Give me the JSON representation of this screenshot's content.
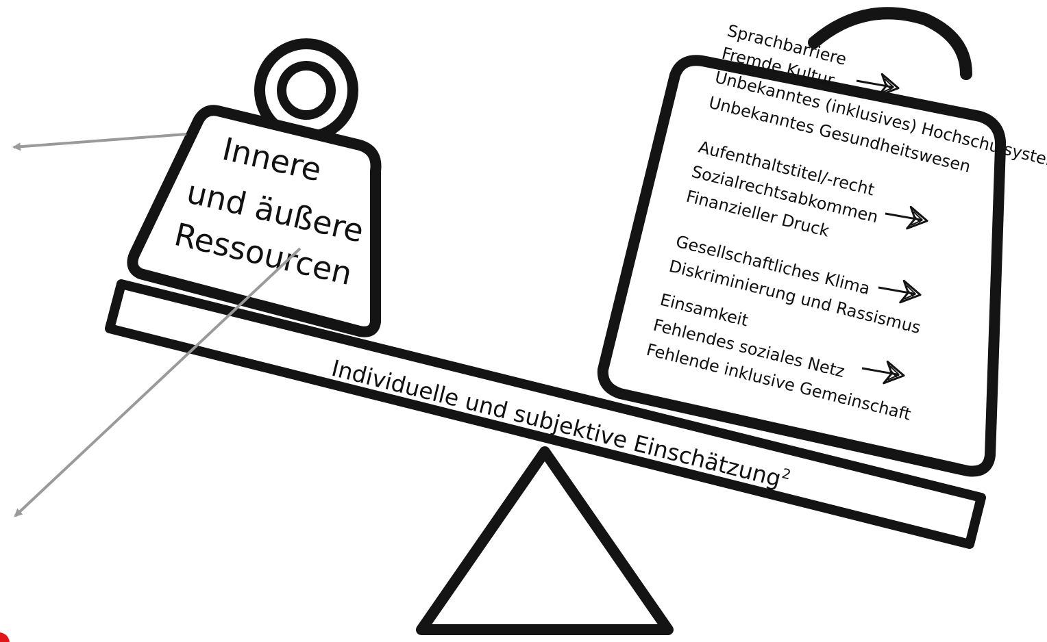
{
  "left_weight": {
    "lines": [
      "Innere",
      "und äußere",
      "Ressourcen"
    ]
  },
  "beam": {
    "label": "Individuelle und subjektive Einschätzung",
    "superscript": "2"
  },
  "right_weight": {
    "groups": [
      {
        "lines": [
          "Sprachbarriere",
          "Fremde Kultur",
          "Unbekanntes (inklusives) Hochschulsystem",
          "Unbekanntes Gesundheitswesen"
        ]
      },
      {
        "lines": [
          "Aufenthaltstitel/-recht",
          "Sozialrechtsabkommen",
          "Finanzieller Druck"
        ]
      },
      {
        "lines": [
          "Gesellschaftliches Klima",
          "Diskriminierung und Rassismus"
        ]
      },
      {
        "lines": [
          "Einsamkeit",
          "Fehlendes soziales Netz",
          "Fehlende inklusive Gemeinschaft"
        ]
      }
    ]
  },
  "colors": {
    "outline": "#141414",
    "pointer_arrows": "#9a9a9a",
    "corner_accent": "#e0161b"
  }
}
